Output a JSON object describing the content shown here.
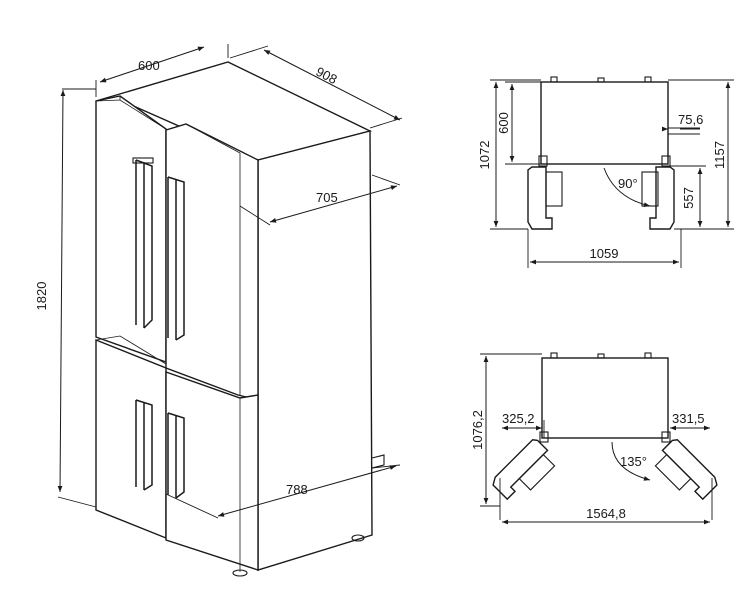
{
  "isometric": {
    "width": "600",
    "depth": "908",
    "depth_no_doors": "705",
    "height": "1820",
    "depth_door_open": "788"
  },
  "top_view_90": {
    "depth": "600",
    "offset": "75,6",
    "total_depth": "1072",
    "total_depth_with_handles": "1157",
    "door_depth": "557",
    "angle": "90°",
    "width": "1059"
  },
  "top_view_135": {
    "total_depth": "1076,2",
    "left_clearance": "325,2",
    "right_clearance": "331,5",
    "angle": "135°",
    "width": "1564,8"
  }
}
